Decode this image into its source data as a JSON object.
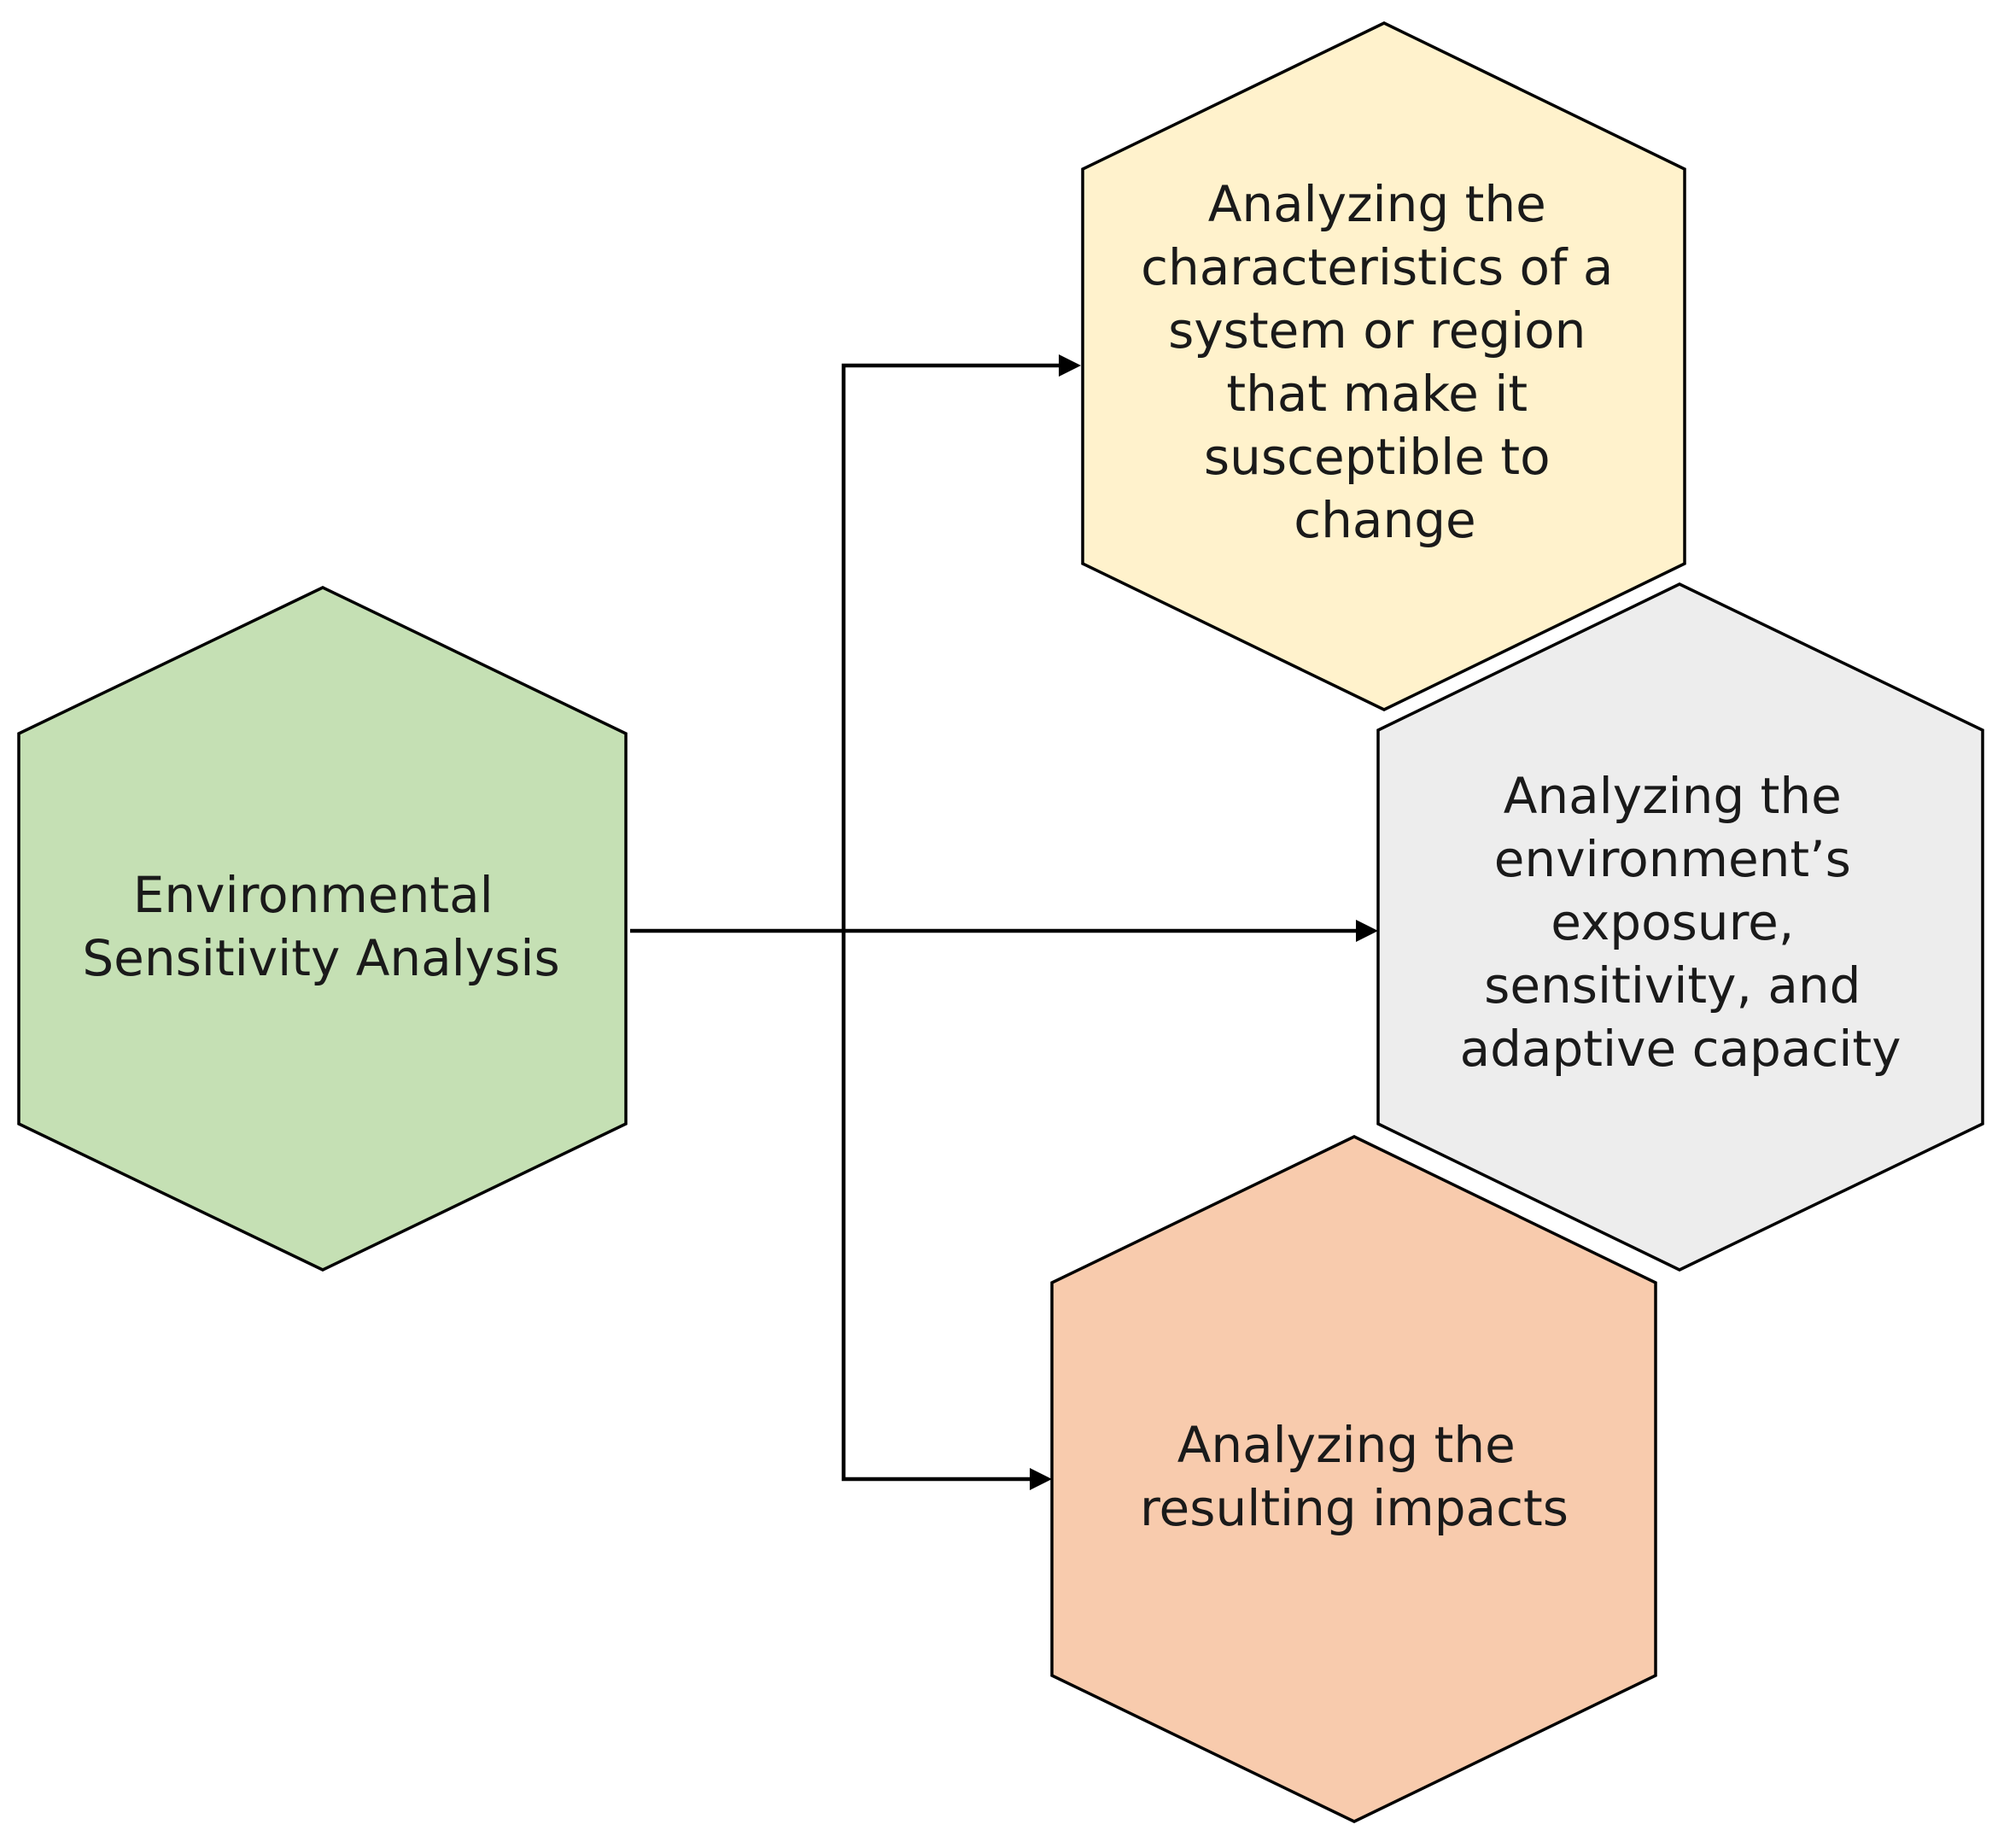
{
  "nodes": {
    "root": {
      "lines": [
        "Environmental",
        "Sensitivity Analysis"
      ],
      "fill": "#c5e0b4"
    },
    "characteristics": {
      "lines": [
        "Analyzing the",
        "characteristics of a",
        "system or region",
        "that make it",
        "susceptible to",
        "change"
      ],
      "fill": "#fff2cc"
    },
    "exposure": {
      "lines": [
        "Analyzing the",
        "environment’s",
        "exposure,",
        "sensitivity, and",
        "adaptive capacity"
      ],
      "fill": "#ededed"
    },
    "impacts": {
      "lines": [
        "Analyzing the",
        "resulting impacts"
      ],
      "fill": "#f8cbad"
    }
  },
  "edges": [
    {
      "from": "root",
      "to": "characteristics"
    },
    {
      "from": "root",
      "to": "exposure"
    },
    {
      "from": "root",
      "to": "impacts"
    }
  ]
}
